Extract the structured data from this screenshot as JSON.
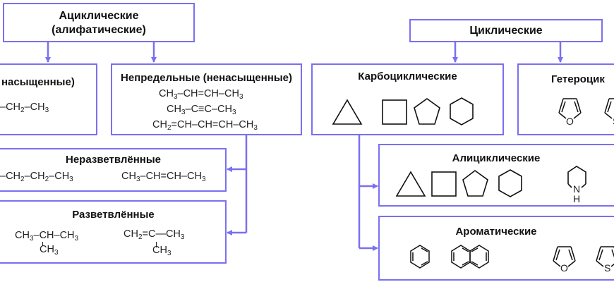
{
  "colors": {
    "accent": "#7b6ff0",
    "text": "#111111",
    "background": "#ffffff"
  },
  "acyclic": {
    "title_line1": "Ациклические",
    "title_line2": "(алифатические)",
    "saturated": {
      "title": "насыщенные)",
      "formula": [
        "–CH",
        "2",
        "–CH",
        "3"
      ]
    },
    "unsaturated": {
      "title": "Непредельные (ненасыщенные)",
      "formulas": [
        "CH3–CH=CH–CH3",
        "CH3–C≡C–CH3",
        "CH2=CH–CH=CH–CH3"
      ]
    },
    "unbranched": {
      "title": "Неразветвлённые",
      "formulas": [
        "–CH2–CH2–CH3",
        "CH3–CH=CH–CH3"
      ]
    },
    "branched": {
      "title": "Разветвлённые",
      "formulas": [
        {
          "main": "CH3–CH–CH3",
          "branch": "CH3"
        },
        {
          "main": "CH2=C—CH3",
          "branch": "CH3"
        }
      ]
    }
  },
  "cyclic": {
    "title": "Циклические",
    "carbocyclic": {
      "title": "Карбоциклические",
      "structures": [
        "cyclopropane",
        "cyclobutane",
        "cyclopentane",
        "cyclohexane"
      ]
    },
    "heterocyclic": {
      "title": "Гетероцик",
      "structures": [
        "furan",
        "thiophene"
      ],
      "heteroatoms": [
        "O",
        "S"
      ]
    },
    "alicyclic": {
      "title": "Алициклические",
      "structures": [
        "cyclopropane",
        "cyclobutane",
        "cyclopentane",
        "cyclohexane",
        "piperidine"
      ],
      "heteroatom_lines": [
        "N",
        "H"
      ]
    },
    "aromatic": {
      "title": "Ароматические",
      "structures": [
        "benzene",
        "naphthalene",
        "furan",
        "thiophene"
      ],
      "heteroatoms": [
        "O",
        "S"
      ]
    }
  }
}
